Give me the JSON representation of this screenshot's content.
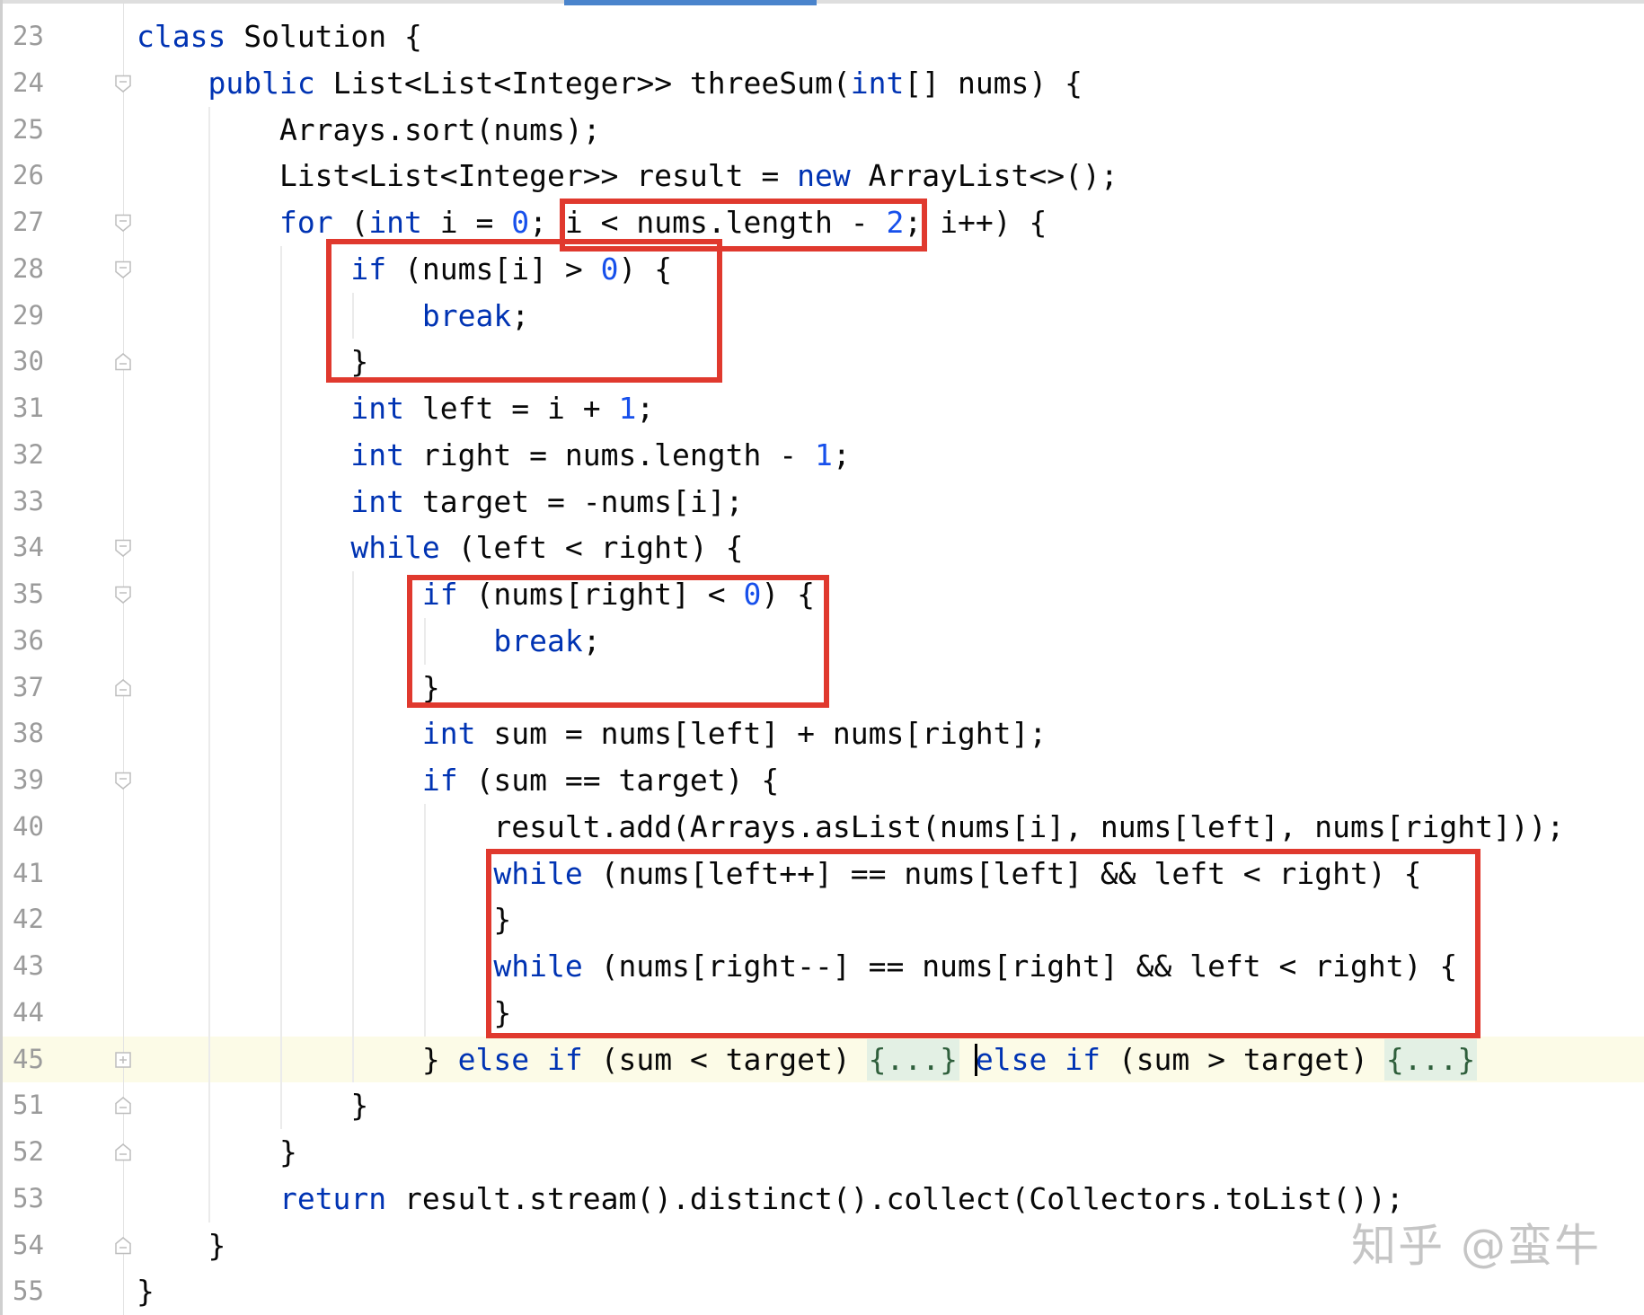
{
  "theme": {
    "keyword": "#0033b3",
    "number": "#1750eb",
    "text": "#080808",
    "line_number": "#9b9b9b",
    "current_line_bg": "#fcfbe7",
    "folded_bg": "#e3f0e4",
    "folded_text": "#2f5f3c",
    "annotation": "#e0392e",
    "tab_indicator": "#4a84cc"
  },
  "editor": {
    "current_line": 45,
    "lines": [
      {
        "number": 23,
        "tokens": [
          {
            "keyword": "class"
          },
          {
            "text": " Solution {"
          }
        ]
      },
      {
        "number": 24,
        "fold_icon": "fold-collapse-icon",
        "tokens": [
          {
            "text": "    "
          },
          {
            "keyword": "public"
          },
          {
            "text": " List<List<Integer>> threeSum("
          },
          {
            "keyword": "int"
          },
          {
            "text": "[] nums) {"
          }
        ]
      },
      {
        "number": 25,
        "tokens": [
          {
            "text": "        Arrays.sort(nums);"
          }
        ]
      },
      {
        "number": 26,
        "tokens": [
          {
            "text": "        List<List<Integer>> result = "
          },
          {
            "keyword": "new"
          },
          {
            "text": " ArrayList<>();"
          }
        ]
      },
      {
        "number": 27,
        "fold_icon": "fold-collapse-icon",
        "tokens": [
          {
            "text": "        "
          },
          {
            "keyword": "for"
          },
          {
            "text": " ("
          },
          {
            "keyword": "int"
          },
          {
            "text": " i = "
          },
          {
            "number": "0"
          },
          {
            "text": "; i < nums.length - "
          },
          {
            "number": "2"
          },
          {
            "text": "; i++) {"
          }
        ]
      },
      {
        "number": 28,
        "fold_icon": "fold-collapse-icon",
        "tokens": [
          {
            "text": "            "
          },
          {
            "keyword": "if"
          },
          {
            "text": " (nums[i] > "
          },
          {
            "number": "0"
          },
          {
            "text": ") {"
          }
        ]
      },
      {
        "number": 29,
        "tokens": [
          {
            "text": "                "
          },
          {
            "keyword": "break"
          },
          {
            "text": ";"
          }
        ]
      },
      {
        "number": 30,
        "fold_icon": "fold-end-icon",
        "tokens": [
          {
            "text": "            }"
          }
        ]
      },
      {
        "number": 31,
        "tokens": [
          {
            "text": "            "
          },
          {
            "keyword": "int"
          },
          {
            "text": " left = i + "
          },
          {
            "number": "1"
          },
          {
            "text": ";"
          }
        ]
      },
      {
        "number": 32,
        "tokens": [
          {
            "text": "            "
          },
          {
            "keyword": "int"
          },
          {
            "text": " right = nums.length - "
          },
          {
            "number": "1"
          },
          {
            "text": ";"
          }
        ]
      },
      {
        "number": 33,
        "tokens": [
          {
            "text": "            "
          },
          {
            "keyword": "int"
          },
          {
            "text": " target = -nums[i];"
          }
        ]
      },
      {
        "number": 34,
        "fold_icon": "fold-collapse-icon",
        "tokens": [
          {
            "text": "            "
          },
          {
            "keyword": "while"
          },
          {
            "text": " (left < right) {"
          }
        ]
      },
      {
        "number": 35,
        "fold_icon": "fold-collapse-icon",
        "tokens": [
          {
            "text": "                "
          },
          {
            "keyword": "if"
          },
          {
            "text": " (nums[right] < "
          },
          {
            "number": "0"
          },
          {
            "text": ") {"
          }
        ]
      },
      {
        "number": 36,
        "tokens": [
          {
            "text": "                    "
          },
          {
            "keyword": "break"
          },
          {
            "text": ";"
          }
        ]
      },
      {
        "number": 37,
        "fold_icon": "fold-end-icon",
        "tokens": [
          {
            "text": "                }"
          }
        ]
      },
      {
        "number": 38,
        "tokens": [
          {
            "text": "                "
          },
          {
            "keyword": "int"
          },
          {
            "text": " sum = nums[left] + nums[right];"
          }
        ]
      },
      {
        "number": 39,
        "fold_icon": "fold-collapse-icon",
        "tokens": [
          {
            "text": "                "
          },
          {
            "keyword": "if"
          },
          {
            "text": " (sum == target) {"
          }
        ]
      },
      {
        "number": 40,
        "tokens": [
          {
            "text": "                    result.add(Arrays.asList(nums[i], nums[left], nums[right]));"
          }
        ]
      },
      {
        "number": 41,
        "tokens": [
          {
            "text": "                    "
          },
          {
            "keyword": "while"
          },
          {
            "text": " (nums[left++] == nums[left] && left < right) {"
          }
        ]
      },
      {
        "number": 42,
        "tokens": [
          {
            "text": "                    }"
          }
        ]
      },
      {
        "number": 43,
        "tokens": [
          {
            "text": "                    "
          },
          {
            "keyword": "while"
          },
          {
            "text": " (nums[right--] == nums[right] && left < right) {"
          }
        ]
      },
      {
        "number": 44,
        "tokens": [
          {
            "text": "                    }"
          }
        ]
      },
      {
        "number": 45,
        "fold_icon": "fold-expand-icon",
        "tokens": [
          {
            "text": "                } "
          },
          {
            "keyword": "else"
          },
          {
            "text": " "
          },
          {
            "keyword": "if"
          },
          {
            "text": " (sum < target) "
          },
          {
            "folded": "{...}"
          },
          {
            "text": " "
          },
          {
            "keyword": "else"
          },
          {
            "text": " "
          },
          {
            "keyword": "if"
          },
          {
            "text": " (sum > target) "
          },
          {
            "folded": "{...}"
          }
        ]
      },
      {
        "number": 51,
        "fold_icon": "fold-end-icon",
        "tokens": [
          {
            "text": "            }"
          }
        ]
      },
      {
        "number": 52,
        "fold_icon": "fold-end-icon",
        "tokens": [
          {
            "text": "        }"
          }
        ]
      },
      {
        "number": 53,
        "tokens": [
          {
            "text": "        "
          },
          {
            "keyword": "return"
          },
          {
            "text": " result.stream().distinct().collect(Collectors.toList());"
          }
        ]
      },
      {
        "number": 54,
        "fold_icon": "fold-end-icon",
        "tokens": [
          {
            "text": "    }"
          }
        ]
      },
      {
        "number": 55,
        "tokens": [
          {
            "text": "}"
          }
        ]
      }
    ]
  },
  "watermark": {
    "text": "知乎 @蛮牛"
  }
}
